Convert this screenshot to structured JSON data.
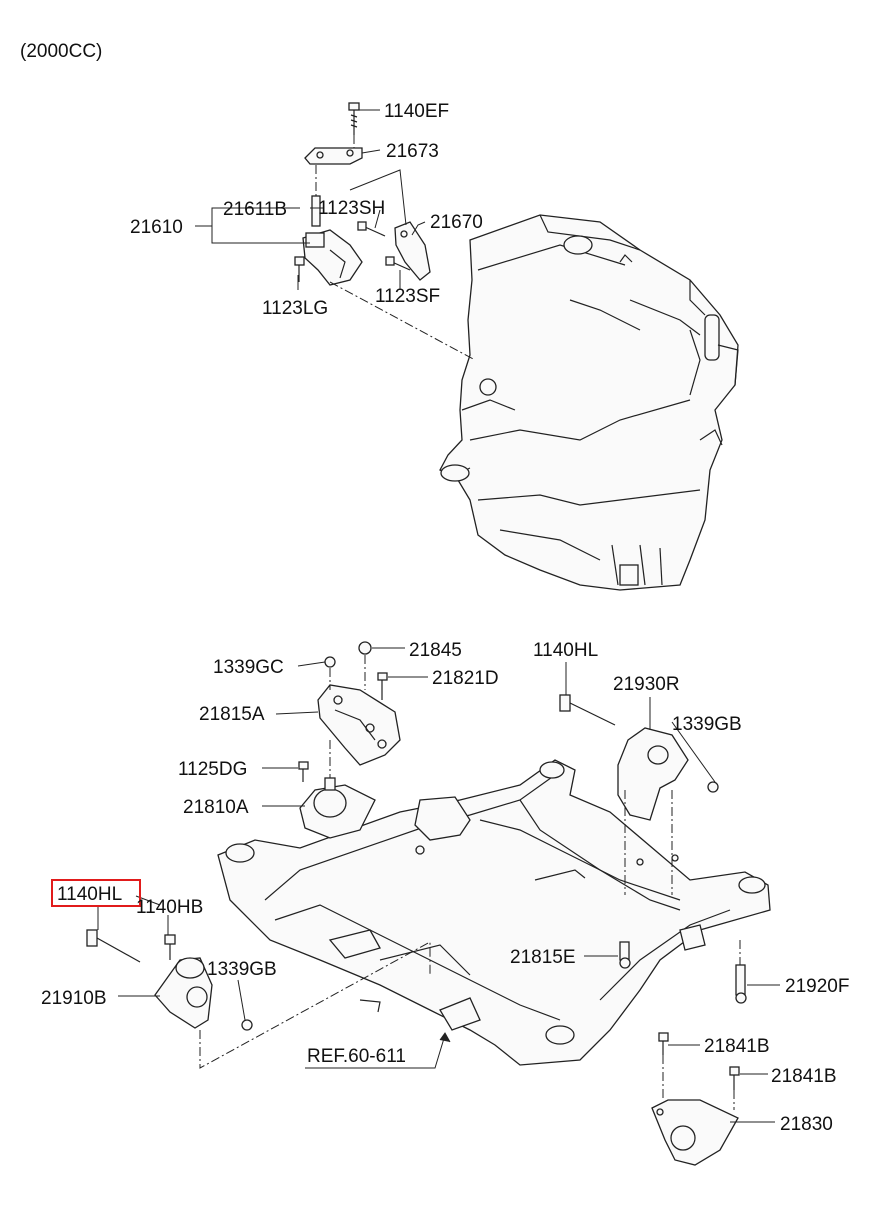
{
  "variant": "(2000CC)",
  "labels": {
    "l1140EF": "1140EF",
    "l21673": "21673",
    "l21611B": "21611B",
    "l1123SH": "1123SH",
    "l21670": "21670",
    "l21610": "21610",
    "l1123LG": "1123LG",
    "l1123SF": "1123SF",
    "l21845": "21845",
    "l1339GC": "1339GC",
    "l21821D": "21821D",
    "l1140HL_top": "1140HL",
    "l21930R": "21930R",
    "l21815A": "21815A",
    "l1339GB_right": "1339GB",
    "l1125DG": "1125DG",
    "l21810A": "21810A",
    "l1140HL_highlight": "1140HL",
    "l1140HB": "1140HB",
    "l1339GB_left": "1339GB",
    "l21815E": "21815E",
    "l21920F": "21920F",
    "l21910B": "21910B",
    "l21841B_a": "21841B",
    "l21841B_b": "21841B",
    "ref": "REF.60-611",
    "l21830": "21830"
  },
  "highlight_color": "#e11b1b"
}
